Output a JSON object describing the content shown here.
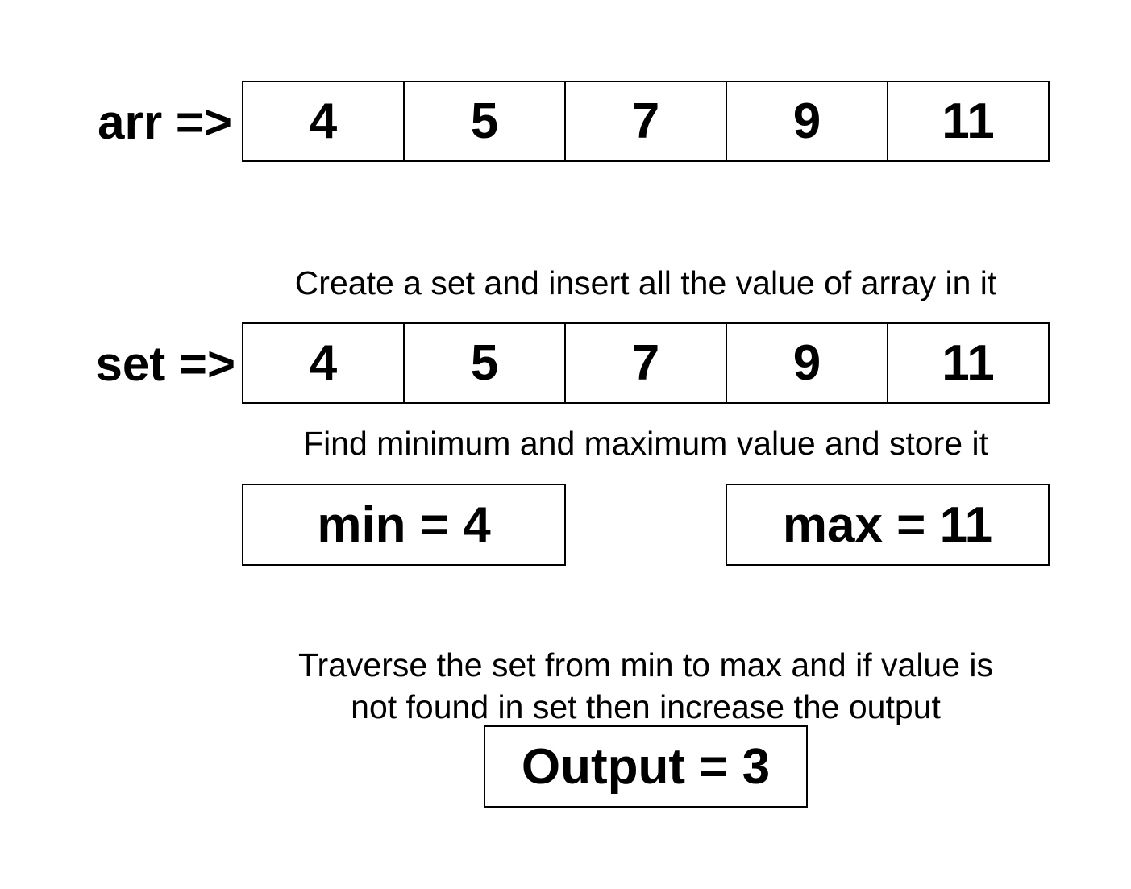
{
  "arr": {
    "label": "arr =>",
    "values": [
      "4",
      "5",
      "7",
      "9",
      "11"
    ]
  },
  "step1_note": "Create a set and insert all the value of array in it",
  "set": {
    "label": "set =>",
    "values": [
      "4",
      "5",
      "7",
      "9",
      "11"
    ]
  },
  "step2_note": "Find minimum and maximum value and store it",
  "min_box": "min = 4",
  "max_box": "max = 11",
  "step3_note_line1": "Traverse the set from min to max and if value is",
  "step3_note_line2": "not found in set then increase the output",
  "output_box": "Output = 3"
}
